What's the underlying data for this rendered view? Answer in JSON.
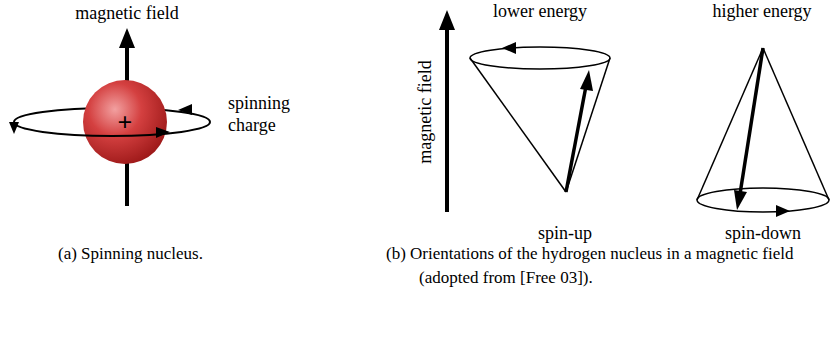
{
  "diagram": {
    "labels": [
      "magnetic field",
      "+",
      "spinning charge",
      "(a) Spinning nucleus.",
      "magnetic field",
      "lower energy",
      "higher energy",
      "spin-up",
      "spin-down",
      "(b) Orientations of the hydrogen nucleus in a magnetic field (adopted from [Free 03])."
    ]
  }
}
